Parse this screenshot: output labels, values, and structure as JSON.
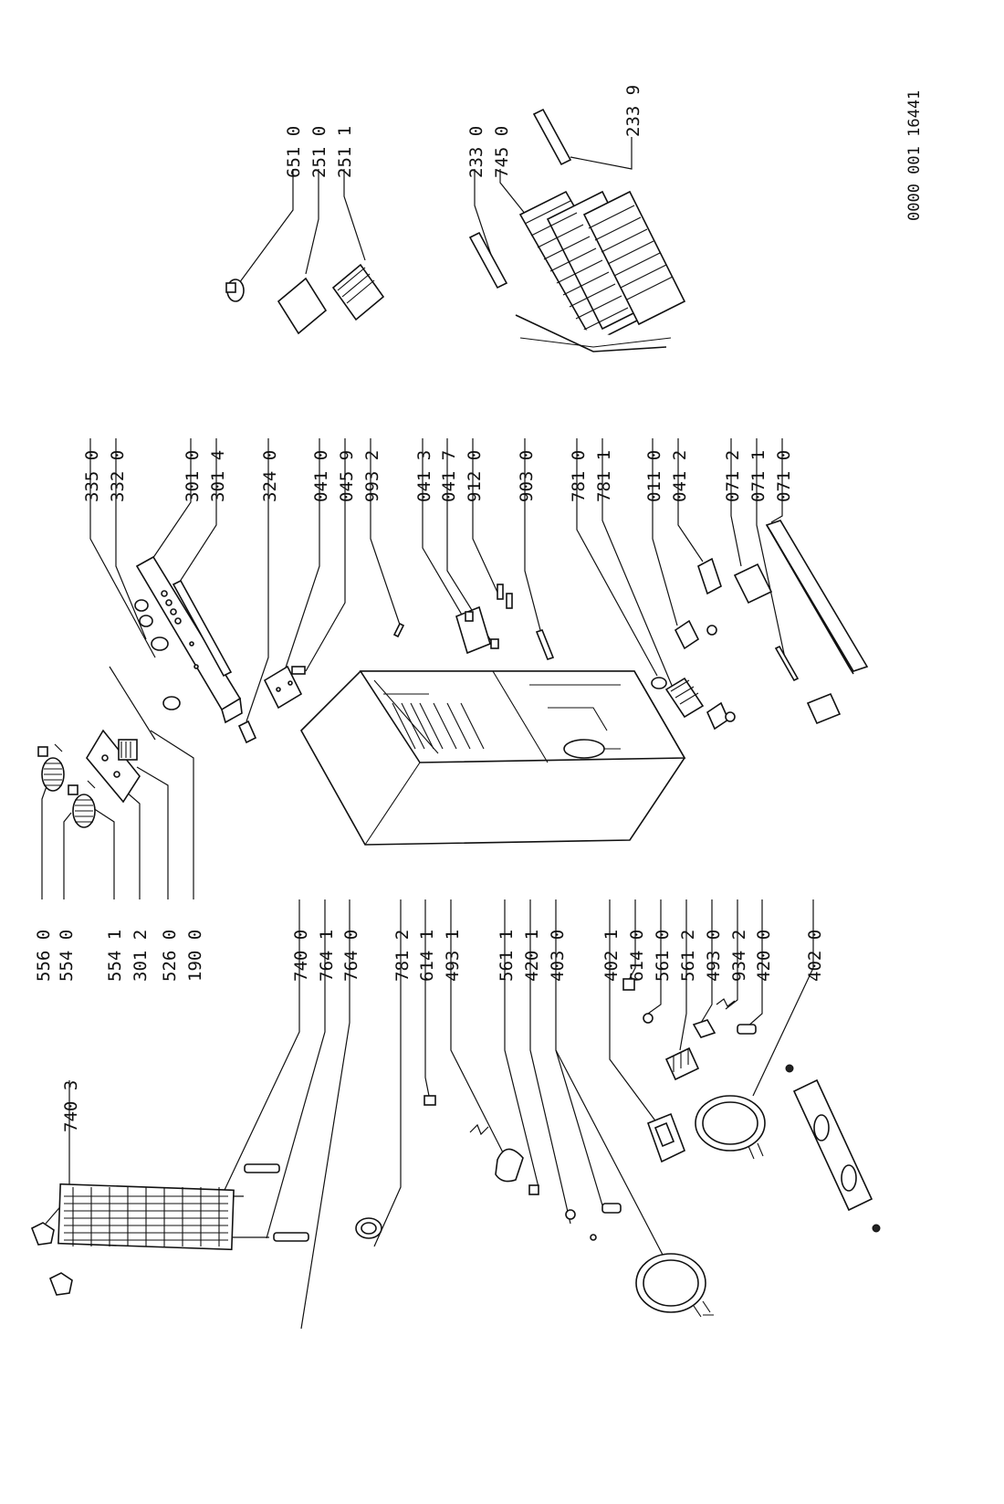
{
  "document": {
    "code": "0000 001 16441"
  },
  "labels": {
    "l7403": "740 3",
    "l5560": "556 0",
    "l5540": "554 0",
    "l5541": "554 1",
    "l3012": "301 2",
    "l5260": "526 0",
    "l1900": "190 0",
    "l7400": "740 0",
    "l7641": "764 1",
    "l7640": "764 0",
    "l7812": "781 2",
    "l6141": "614 1",
    "l4931": "493 1",
    "l5611": "561 1",
    "l4201": "420 1",
    "l4030": "403 0",
    "l4021": "402 1",
    "l6140": "614 0",
    "l5610": "561 0",
    "l5612": "561 2",
    "l4930": "493 0",
    "l9342": "934 2",
    "l4200": "420 0",
    "l4020": "402 0",
    "l3350": "335 0",
    "l3320": "332 0",
    "l3010": "301 0",
    "l3014": "301 4",
    "l3240": "324 0",
    "l0410": "041 0",
    "l0459": "045 9",
    "l9932": "993 2",
    "l0413": "041 3",
    "l0417": "041 7",
    "l9120": "912 0",
    "l9030": "903 0",
    "l7810": "781 0",
    "l7811": "781 1",
    "l0110": "011 0",
    "l0412": "041 2",
    "l0712": "071 2",
    "l0711": "071 1",
    "l0710": "071 0",
    "l6510": "651 0",
    "l2510": "251 0",
    "l2511": "251 1",
    "l2330": "233 0",
    "l7450": "745 0",
    "l2339": "233 9"
  }
}
